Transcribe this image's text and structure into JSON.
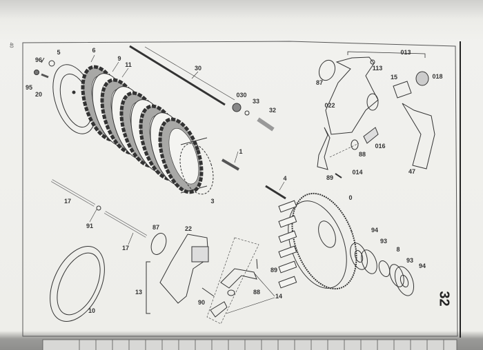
{
  "page_number": "40",
  "plate_number": "32",
  "part_labels": [
    "96",
    "5",
    "6",
    "9",
    "11",
    "30",
    "95",
    "20",
    "030",
    "33",
    "32",
    "1",
    "3",
    "4",
    "17",
    "91",
    "17",
    "87",
    "22",
    "13",
    "10",
    "90",
    "88",
    "89",
    "14",
    "0",
    "94",
    "93",
    "8",
    "93",
    "94",
    "013",
    "113",
    "15",
    "018",
    "87",
    "022",
    "016",
    "88",
    "014",
    "89",
    "47"
  ],
  "colors": {
    "paper": "#f1f1ee",
    "ink": "#333333",
    "friction": "#9a9a9a"
  }
}
